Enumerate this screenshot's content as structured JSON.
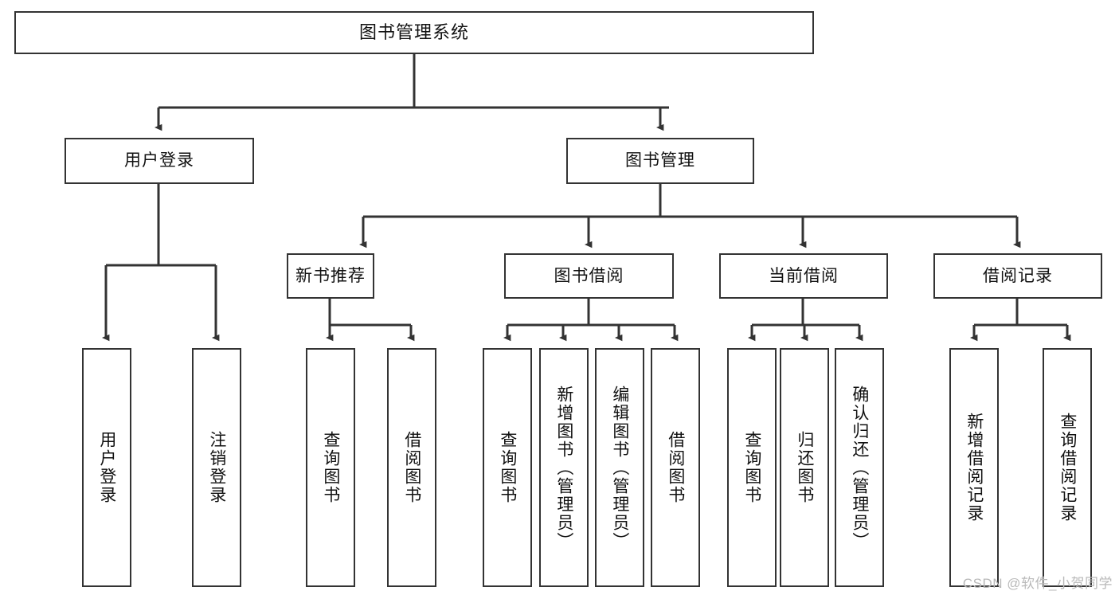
{
  "diagram": {
    "title": "图书管理系统",
    "type": "functional-structure-tree",
    "stroke_color": "#333333",
    "fill_color": "#ffffff",
    "text_color": "#111111"
  },
  "root": {
    "label": "图书管理系统"
  },
  "level2": [
    {
      "label": "用户登录"
    },
    {
      "label": "图书管理"
    }
  ],
  "level3": [
    {
      "label": "新书推荐"
    },
    {
      "label": "图书借阅"
    },
    {
      "label": "当前借阅"
    },
    {
      "label": "借阅记录"
    }
  ],
  "leaves": {
    "user_login": [
      {
        "label": "用户登录"
      },
      {
        "label": "注销登录"
      }
    ],
    "new_book_recommend": [
      {
        "label": "查询图书"
      },
      {
        "label": "借阅图书"
      }
    ],
    "book_borrow": [
      {
        "label": "查询图书"
      },
      {
        "label": "新增图书（管理员）"
      },
      {
        "label": "编辑图书（管理员）"
      },
      {
        "label": "借阅图书"
      }
    ],
    "current_borrow": [
      {
        "label": "查询图书"
      },
      {
        "label": "归还图书"
      },
      {
        "label": "确认归还（管理员）"
      }
    ],
    "borrow_record": [
      {
        "label": "新增借阅记录"
      },
      {
        "label": "查询借阅记录"
      }
    ]
  },
  "watermark": {
    "text": "CSDN @软件_小贺同学"
  }
}
